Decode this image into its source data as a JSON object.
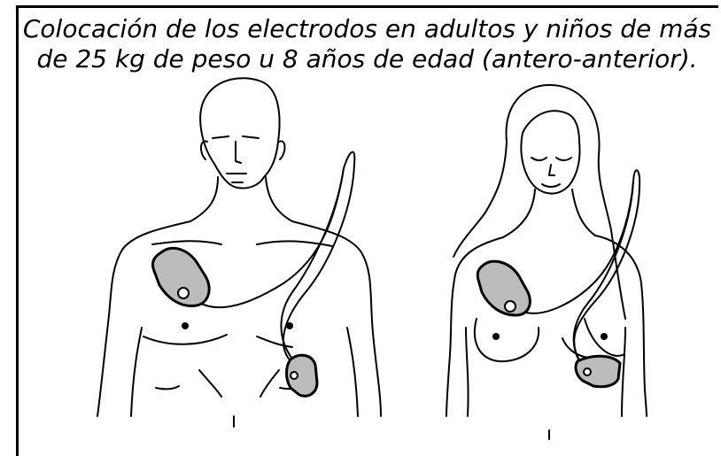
{
  "caption": {
    "line1": "Colocación de los electrodos en adultos y niños de más",
    "line2": "de 25 kg de peso u 8 años de edad (antero-anterior)."
  },
  "colors": {
    "pad_fill": "#bcbcbc",
    "ink": "#000000"
  },
  "figures": [
    "man-figure",
    "woman-figure"
  ]
}
